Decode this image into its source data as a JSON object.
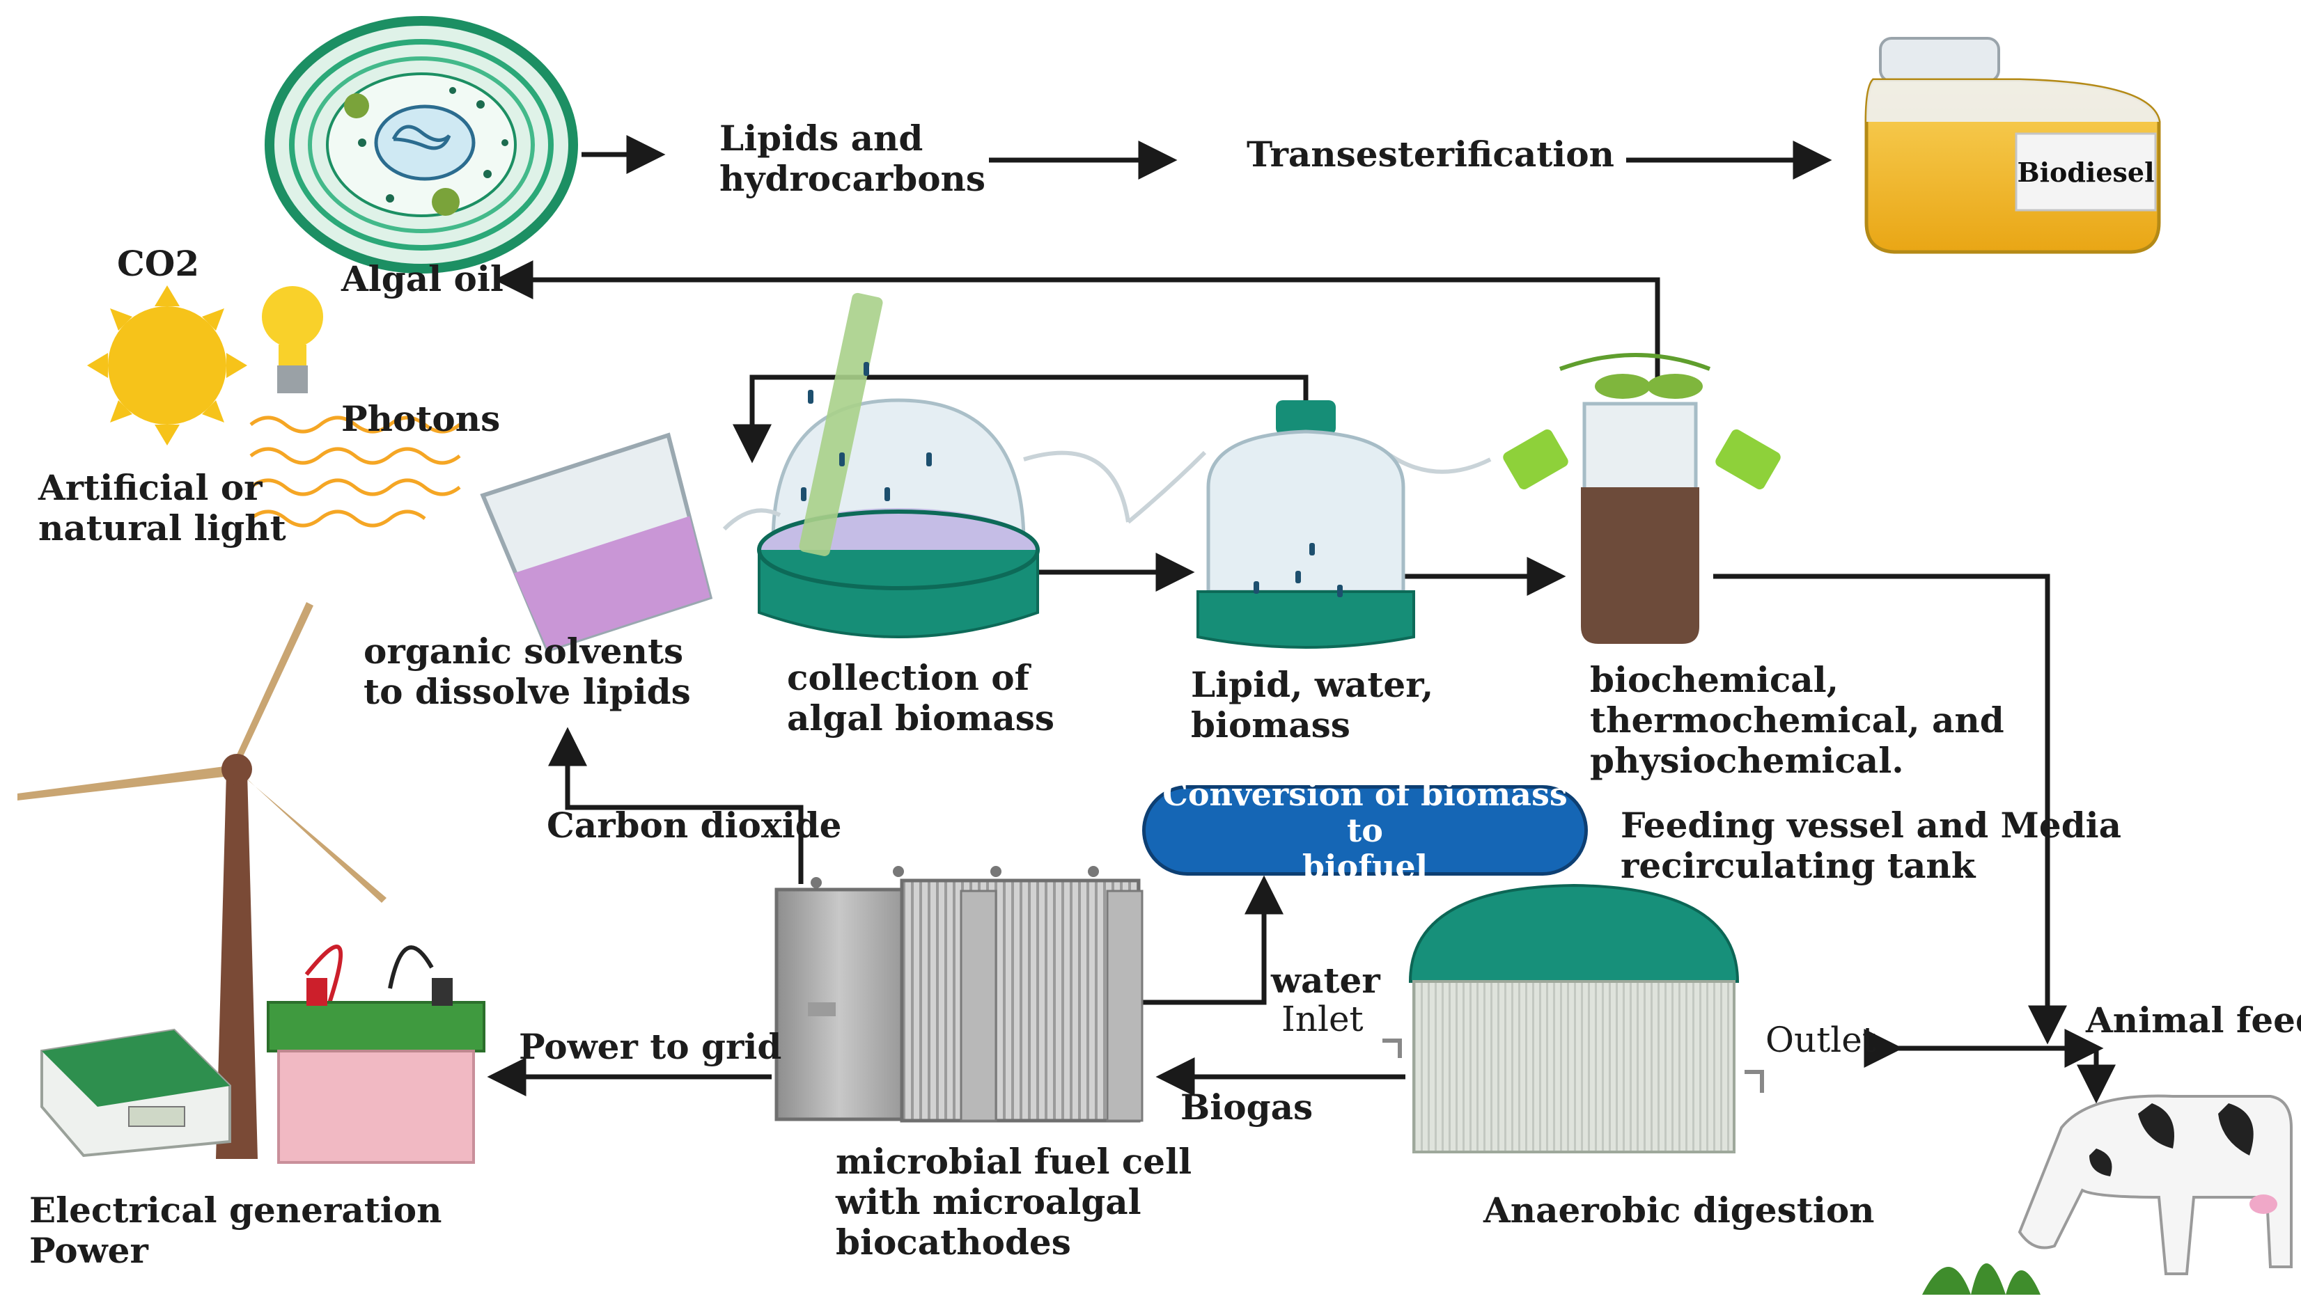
{
  "labels": {
    "algal_oil": "Algal oil",
    "lipids_hydrocarbons": "Lipids and\nhydrocarbons",
    "transesterification": "Transesterification",
    "biodiesel": "Biodiesel",
    "co2": "CO2",
    "photons": "Photons",
    "artificial_light": "Artificial or\nnatural light",
    "organic_solvents": "organic solvents\nto dissolve lipids",
    "collection": "collection of\nalgal biomass",
    "lipid_water": "Lipid, water,\nbiomass",
    "biochemical": "biochemical,\nthermochemical, and\nphysiochemical.",
    "carbon_dioxide": "Carbon dioxide",
    "conversion": "Conversion of biomass to\nbiofuel",
    "feeding_vessel": "Feeding vessel and Media\nrecirculating tank",
    "water": "water",
    "inlet": "Inlet",
    "outlet": "Outlet",
    "animal_feed": "Animal feed",
    "power_to_grid": "Power to grid",
    "biogas": "Biogas",
    "mfc": "microbial fuel cell\nwith microalgal\nbiocathodes",
    "anaerobic": "Anaerobic digestion",
    "electrical": "Electrical generation\nPower"
  },
  "colors": {
    "arrow": "#1a1a1a",
    "algae_green": "#1f9e6e",
    "bioreactor_teal": "#168e77",
    "biodiesel_yellow": "#f0b322",
    "digester_dome": "#17907a",
    "pill_blue": "#1566b5",
    "sun": "#f6c31a",
    "turbine_tan": "#c9a572",
    "tower_brown": "#7a4a36",
    "soil_brown": "#6d4b3a"
  },
  "icons": [
    "algae-cell-icon",
    "biodiesel-jug-icon",
    "sun-icon",
    "light-bulb-icon",
    "beaker-icon",
    "bioreactor-dish-icon",
    "fermenter-icon",
    "three-neck-flask-icon",
    "fuel-cell-icon",
    "digester-icon",
    "wind-turbine-icon",
    "battery-icon",
    "power-supply-icon",
    "cow-icon"
  ]
}
